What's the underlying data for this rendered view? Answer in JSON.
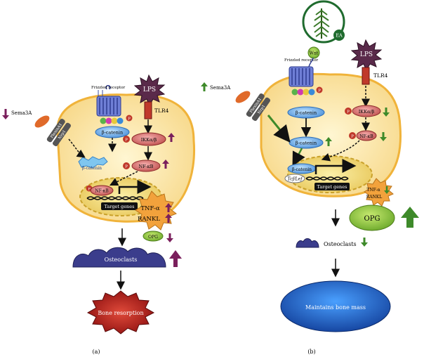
{
  "colors": {
    "cell_fill": "#fbe9b0",
    "cell_stroke": "#f0b33a",
    "nucleus_fill": "#f4e38c",
    "lps_fill": "#5a2a4a",
    "tnf_fill": "#f2a23c",
    "bone_fill": "#b41e1e",
    "opg_fill": "#8bbf3a",
    "up_purple": "#7a1f5c",
    "up_green": "#3e8a2a",
    "osteoclast_fill": "#3b3d8c",
    "maintain_fill": "#1f54b8"
  },
  "panel_a": {
    "label": "(a)",
    "sema3a": "Sema3A",
    "plexin": "PlexinA1",
    "nrp1": "Nrp1",
    "frizzled": "Frizzled receptor",
    "lps": "LPS",
    "tlr4": "TLR4",
    "p": "P",
    "ikk": "IKKα/β",
    "beta_catenin": "β-catenin",
    "beta_catenin_degraded": "β-catenin",
    "nfkb": "NF-κB",
    "nfkb_nuc": "NF-κB",
    "target_genes": "Target genes",
    "tnf": "TNF-α",
    "rankl": "RANKL",
    "opg": "OPG",
    "osteoclasts": "Osteoclasts",
    "bone_resorption": "Bone resorption"
  },
  "panel_b": {
    "label": "(b)",
    "ea": "EA",
    "wnt": "Wnt",
    "sema3a": "Sema3A",
    "plexin": "PlexinA1",
    "nrp1": "Nrp1",
    "frizzled": "Frizzled receptor",
    "lps": "LPS",
    "tlr4": "TLR4",
    "p": "P",
    "ikk": "IKKα/β",
    "beta_catenin": "β-catenin",
    "beta_catenin2": "β-catenin",
    "beta_catenin_nuc": "β-catenin",
    "nfkb": "NF-κB",
    "tcf_lef": "Tcf/Lef",
    "target_genes": "Target genes",
    "tnf": "TNF-α",
    "rankl": "RANKL",
    "opg": "OPG",
    "osteoclasts": "Osteoclasts",
    "maintains": "Maintains bone mass"
  }
}
